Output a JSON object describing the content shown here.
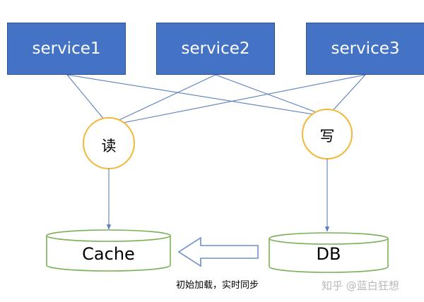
{
  "services": [
    {
      "label": "service1"
    },
    {
      "label": "service2"
    },
    {
      "label": "service3"
    }
  ],
  "operations": {
    "read": "读",
    "write": "写"
  },
  "stores": {
    "cache": "Cache",
    "db": "DB"
  },
  "sync_caption": "初始加载，实时同步",
  "watermark": "知乎 @蓝白狂想",
  "colors": {
    "service_fill": "#4472c4",
    "service_border": "#2f528f",
    "operation_border": "#f0b93a",
    "store_border": "#7ab055",
    "arrow": "#5a7fc0",
    "sync_arrow": "#6b8fc9"
  }
}
